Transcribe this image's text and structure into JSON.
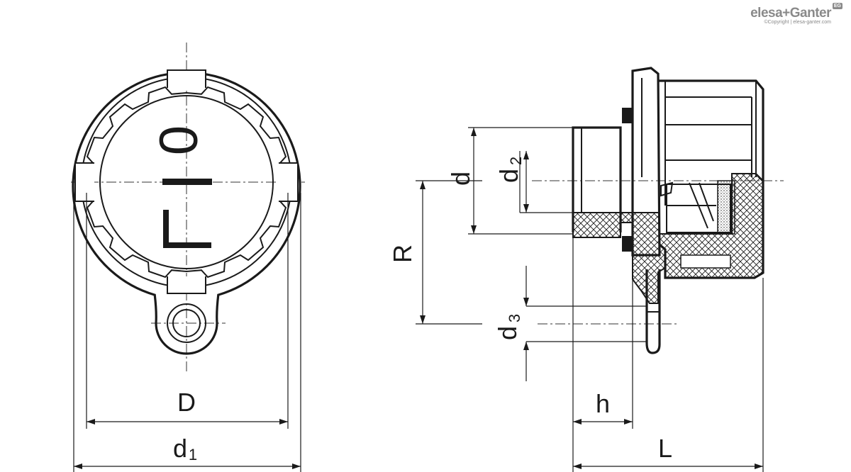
{
  "brand": {
    "name": "elesa+Ganter",
    "copyright": "©Copyright | elesa-ganter.com",
    "badge": "EG"
  },
  "front_view": {
    "symbols": {
      "zero": "0",
      "one": "I",
      "bracket": "L"
    }
  },
  "dimensions": {
    "D": "D",
    "d1": {
      "main": "d",
      "sub": "1"
    },
    "d": "d",
    "d2": {
      "main": "d",
      "sub": "2"
    },
    "d3": {
      "main": "d",
      "sub": "3"
    },
    "R": "R",
    "h": "h",
    "L": "L"
  },
  "colors": {
    "line": "#1a1a1a",
    "brand": "#8a8a8a"
  }
}
